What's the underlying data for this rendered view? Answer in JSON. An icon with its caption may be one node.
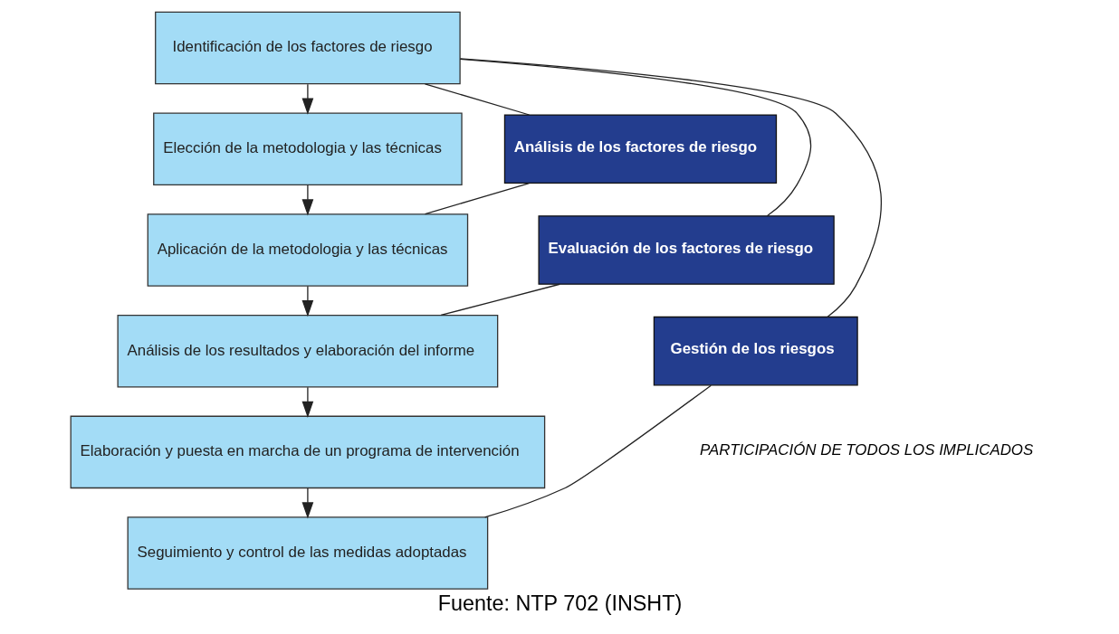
{
  "diagram": {
    "caption": "Fuente: NTP 702 (INSHT)",
    "nodes": [
      {
        "text": [
          "Identificación de los factores de riesgo"
        ]
      },
      {
        "text": [
          "Elección de la metodologia y las técnicas"
        ]
      },
      {
        "text": [
          "Aplicación de la metodologia y las técnicas"
        ]
      },
      {
        "text": [
          "Análisis de los resultados y elaboración del informe"
        ]
      },
      {
        "text": [
          "Elaboración y puesta en marcha de un programa de intervención"
        ]
      },
      {
        "text": [
          "Seguimiento y control de las medidas adoptadas"
        ]
      },
      {
        "text": [
          "Análisis de los factores de riesgo"
        ]
      },
      {
        "text": [
          "Evaluación de los factores de riesgo"
        ]
      },
      {
        "text": [
          "Gestión de los riesgos"
        ]
      }
    ],
    "edges": [
      {
        "from": 0,
        "to": 1,
        "arrow": "to"
      },
      {
        "from": 1,
        "to": 2,
        "arrow": "to"
      },
      {
        "from": 2,
        "to": 3,
        "arrow": "to"
      },
      {
        "from": 3,
        "to": 4,
        "arrow": "to"
      },
      {
        "from": 4,
        "to": 5,
        "arrow": "to"
      },
      {
        "from": 0,
        "to": 6,
        "arrow": "none"
      },
      {
        "from": 6,
        "to": 2,
        "arrow": "none"
      },
      {
        "from": 0,
        "to": 7,
        "arrow": "none"
      },
      {
        "from": 7,
        "to": 3,
        "arrow": "none"
      },
      {
        "from": 0,
        "to": 8,
        "arrow": "none"
      },
      {
        "from": 8,
        "to": 5,
        "arrow": "none"
      }
    ],
    "labels": [
      "PARTICIPACIÓN DE TODOS LOS IMPLICADOS"
    ]
  }
}
